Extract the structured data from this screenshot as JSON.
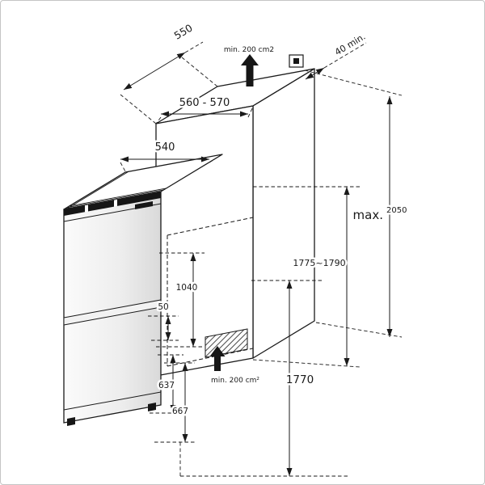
{
  "colors": {
    "line": "#1a1a1a",
    "face_fill": "#ffffff",
    "door_gradient_start": "#fbfbfb",
    "door_gradient_end": "#d9d9d9",
    "trim_band": "#161616",
    "page_border": "#c4c4c4",
    "background": "#ffffff"
  },
  "icons": {
    "top_airflow": "thick-up-arrow",
    "bottom_airflow": "thick-up-arrow",
    "wall_outlet": "vent-outlet-square",
    "grille": "hatched-vent-grille"
  },
  "labels": {
    "depth_550": "550",
    "top_vent": "min. 200 cm2",
    "rear_gap": "40 min.",
    "niche_width": "560 - 570",
    "appliance_width": "540",
    "max_prefix": "max.",
    "max_height": "2050",
    "niche_height": "1775~1790",
    "fridge_height": "1040",
    "gap_50": "50",
    "bottom_vent": "min. 200 cm²",
    "freezer_637": "637",
    "appliance_height": "1770",
    "lower_667": "667"
  }
}
